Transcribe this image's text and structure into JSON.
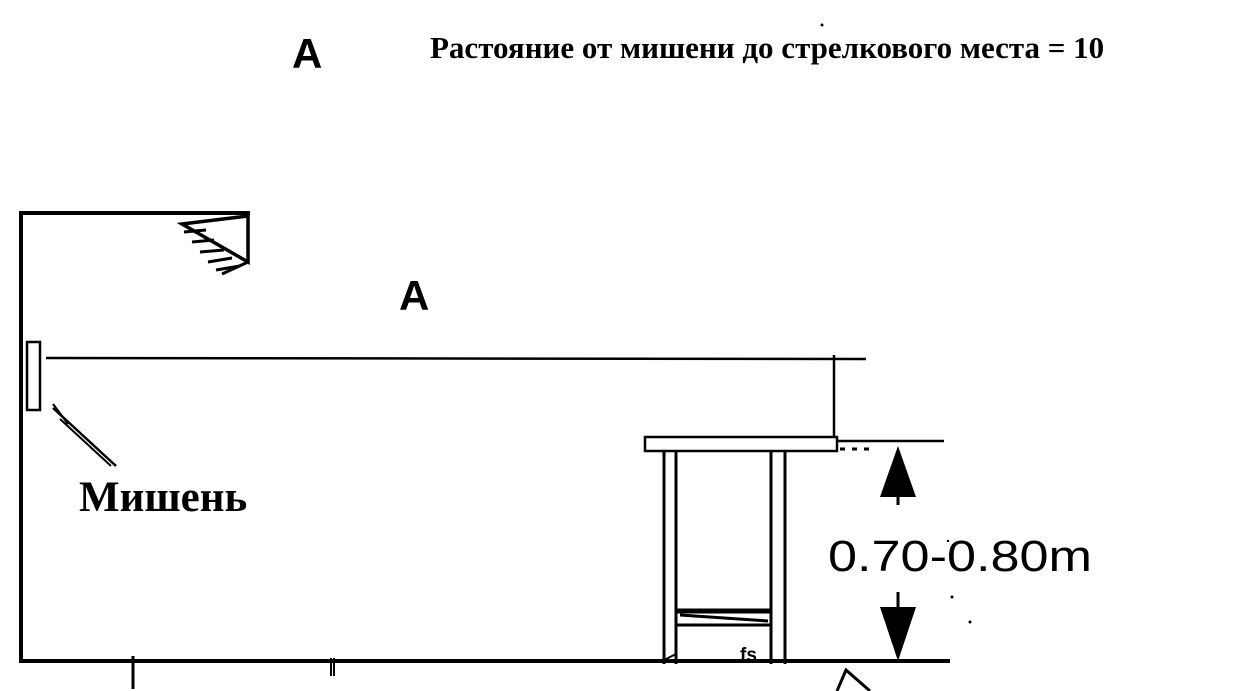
{
  "header": {
    "mark": "A",
    "title": "Растояние от мишени до стрелкового места = 10"
  },
  "diagram": {
    "inner_mark": "A",
    "target_label": "Мишень",
    "height_label": "0.70-0.80m",
    "floor_mark": "fs"
  }
}
